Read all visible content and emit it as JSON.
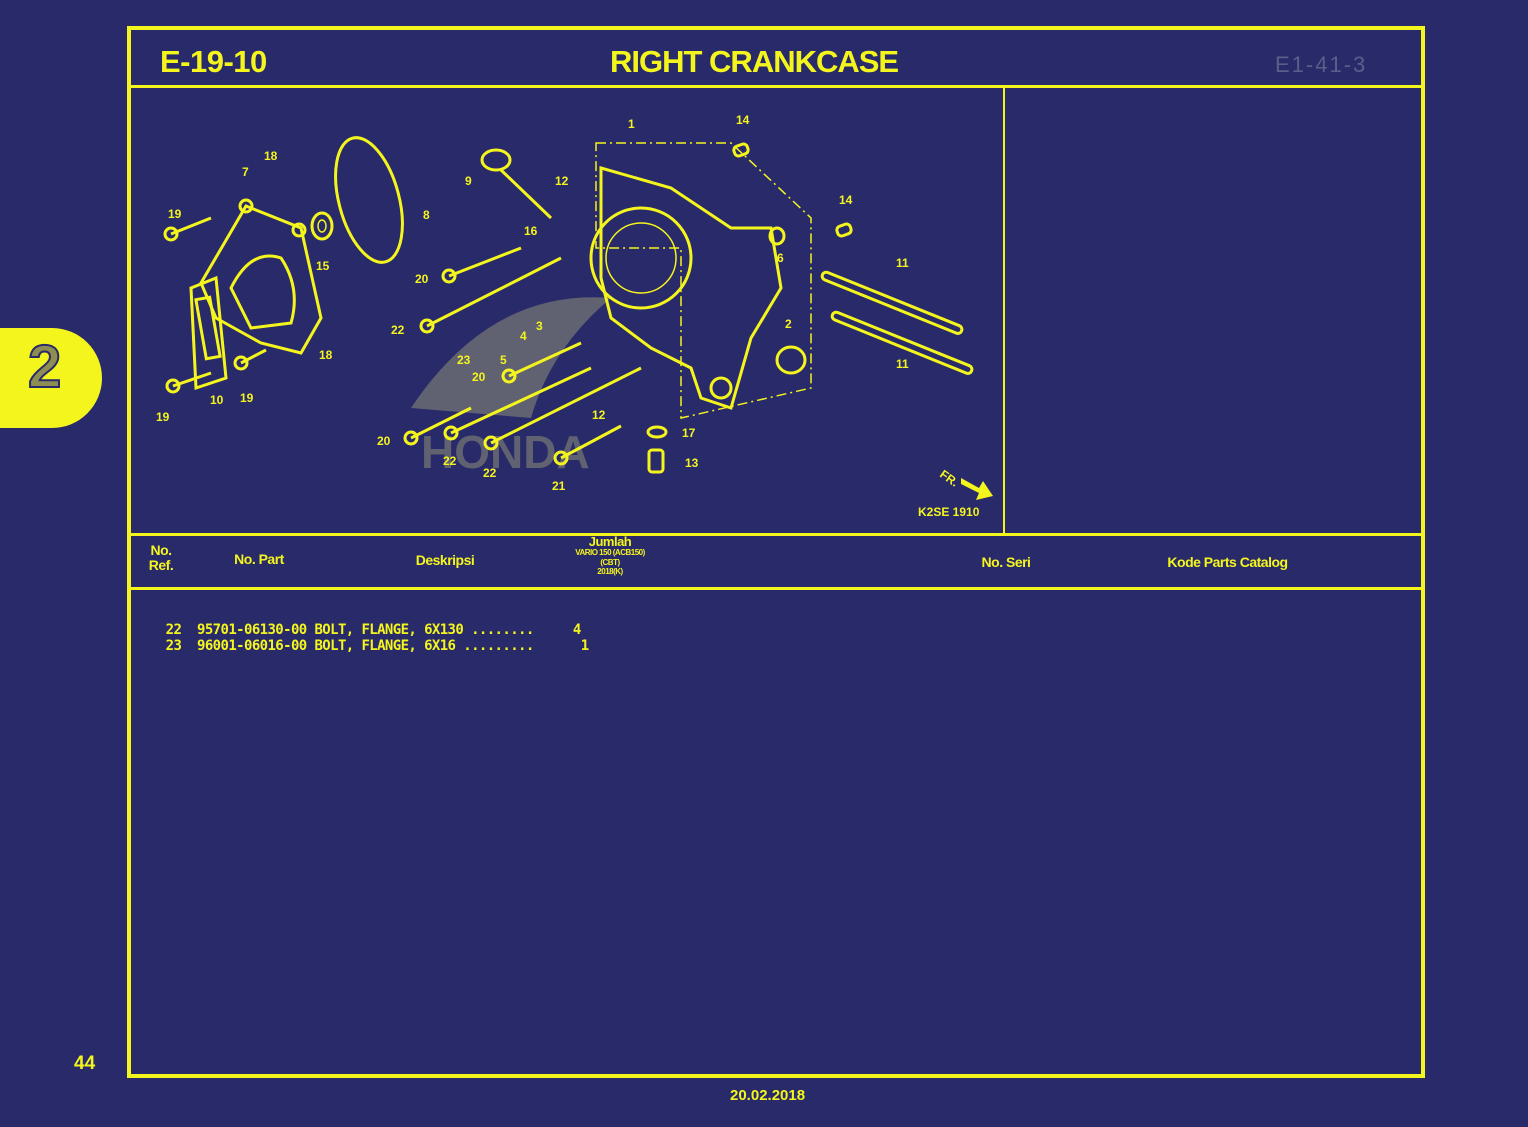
{
  "page": {
    "section_tab": "2",
    "page_number": "44",
    "date": "20.02.2018"
  },
  "header": {
    "code": "E-19-10",
    "title": "RIGHT CRANKCASE",
    "faint_ref": "E1-41-3"
  },
  "diagram": {
    "figure_code": "K2SE 1910",
    "direction_label": "FR.",
    "callouts": [
      "1",
      "2",
      "3",
      "4",
      "5",
      "6",
      "7",
      "8",
      "9",
      "10",
      "11",
      "11",
      "12",
      "12",
      "13",
      "14",
      "14",
      "15",
      "16",
      "17",
      "18",
      "18",
      "19",
      "19",
      "19",
      "19",
      "20",
      "20",
      "20",
      "20",
      "21",
      "22",
      "22",
      "22",
      "22",
      "23"
    ]
  },
  "table": {
    "columns": {
      "ref": "No. Ref.",
      "ref_line1": "No.",
      "ref_line2": "Ref.",
      "part": "No. Part",
      "desc": "Deskripsi",
      "qty_title": "Jumlah",
      "qty_model": "VARIO 150 (ACB150)",
      "qty_variant": "(CBT)",
      "qty_year": "2018(K)",
      "serial": "No. Seri",
      "catalog": "Kode Parts Catalog"
    },
    "rows": [
      {
        "ref": "22",
        "part": "95701-06130-00",
        "desc": "BOLT, FLANGE, 6X130",
        "dots": "........",
        "qty": "4"
      },
      {
        "ref": "23",
        "part": "96001-06016-00",
        "desc": "BOLT, FLANGE, 6X16",
        "dots": ".........",
        "qty": "1"
      }
    ]
  },
  "colors": {
    "background": "#282a69",
    "ink": "#f5f51e"
  }
}
